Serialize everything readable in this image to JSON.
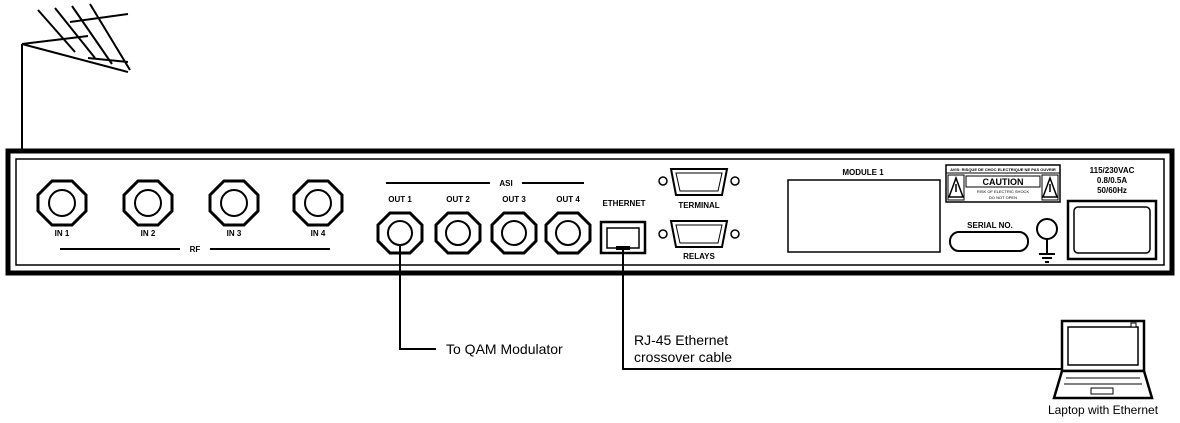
{
  "panel": {
    "rf": {
      "group_label": "RF",
      "inputs": [
        "IN 1",
        "IN 2",
        "IN 3",
        "IN 4"
      ]
    },
    "asi": {
      "group_label": "ASI",
      "outputs": [
        "OUT 1",
        "OUT 2",
        "OUT 3",
        "OUT 4"
      ]
    },
    "ethernet_label": "ETHERNET",
    "terminal_label": "TERMINAL",
    "relays_label": "RELAYS",
    "module_label": "MODULE 1",
    "caution": {
      "title": "CAUTION",
      "small_text_top": "AVIS: RISQUE DE CHOC ELECTRIQUE NE PAS OUVRIR",
      "small_text_bottom_1": "RISK OF ELECTRIC SHOCK",
      "small_text_bottom_2": "DO NOT OPEN"
    },
    "serial_label": "SERIAL NO.",
    "power": {
      "line1": "115/230VAC",
      "line2": "0.8/0.5A",
      "line3": "50/60Hz"
    }
  },
  "callouts": {
    "qam": "To QAM Modulator",
    "cable_line1": "RJ-45 Ethernet",
    "cable_line2": "crossover cable"
  },
  "laptop_caption": "Laptop with Ethernet",
  "icons": [
    "antenna-icon",
    "laptop-icon",
    "ground-icon",
    "warning-triangle-icon",
    "bnc-connector-icon",
    "rj45-port-icon",
    "db9-connector-icon",
    "power-inlet-icon"
  ]
}
